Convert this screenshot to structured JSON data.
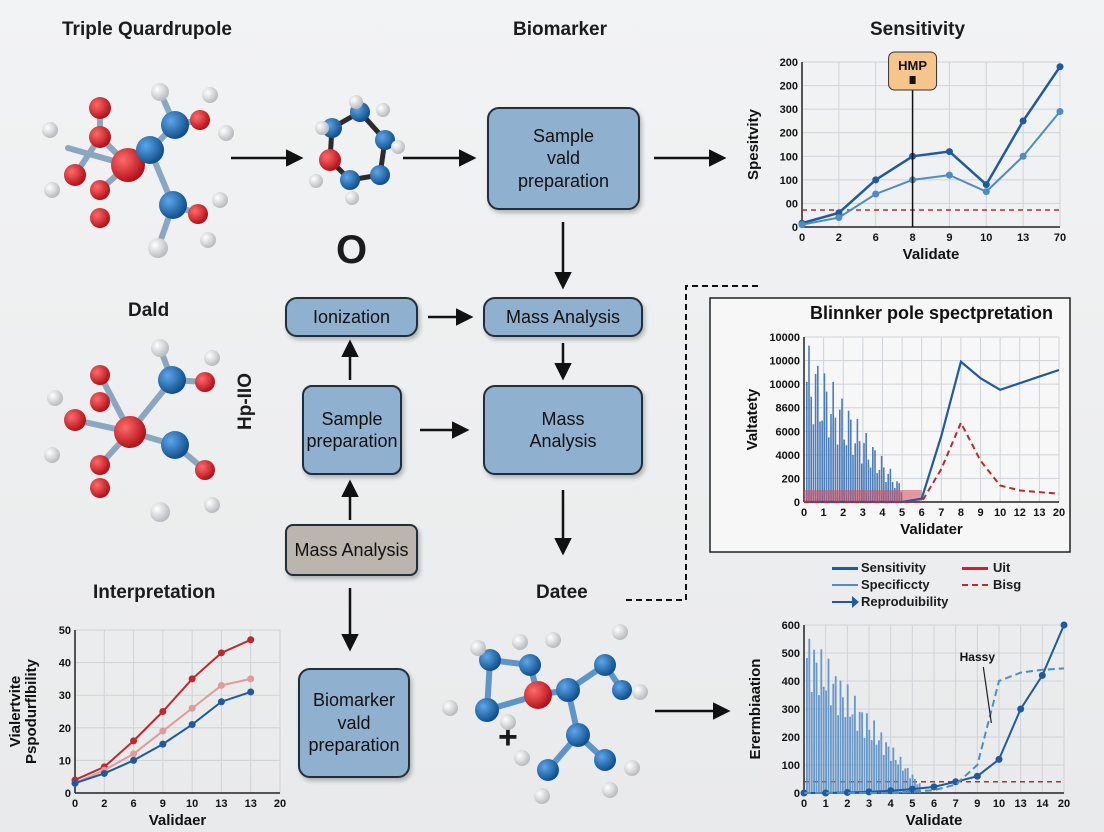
{
  "labels": {
    "triple_quad": "Triple Quardrupole",
    "biomarker": "Biomarker",
    "dald": "Dald",
    "o_symbol": "O",
    "side_label": "Hp-IIO",
    "interpretation": "Interpretation",
    "datee": "Datee",
    "plus": "+"
  },
  "boxes": {
    "sample_vald": "Sample\nvald\npreparation",
    "ionization": "Ionization",
    "mass_analysis_top": "Mass Analysis",
    "sample_prep": "Sample\npreparation",
    "mass_analysis_mid": "Mass\nAnalysis",
    "mass_analysis_gray": "Mass Analysis",
    "biomarker_vald": "Biomarker\nvald\npreparation"
  },
  "colors": {
    "box_fill": "#8fb0cf",
    "box_gray": "#bcb5ae",
    "series_blue": "#1f5a9c",
    "series_light": "#4f8cc4",
    "series_red": "#c0282d",
    "series_pink": "#e09a9a",
    "callout": "#f5c58c"
  },
  "chart_data": [
    {
      "type": "line",
      "title": "Sensitivity",
      "xlabel": "Validate",
      "ylabel": "Spesitvity",
      "x_ticks": [
        "0",
        "2",
        "6",
        "8",
        "9",
        "10",
        "13",
        "70"
      ],
      "y_ticks": [
        "200",
        "200",
        "300",
        "200",
        "100",
        "100",
        "00",
        "0"
      ],
      "annotation": "HMP",
      "series": [
        {
          "values": [
            8,
            30,
            100,
            150,
            160,
            90,
            225,
            340
          ]
        },
        {
          "values": [
            5,
            20,
            70,
            100,
            110,
            75,
            150,
            245
          ]
        }
      ],
      "threshold": 36,
      "ylim": [
        0,
        350
      ]
    },
    {
      "type": "line",
      "title": "Blinnker pole spectpretation",
      "xlabel": "Validater",
      "ylabel": "Valtatety",
      "x_ticks": [
        "0",
        "1",
        "2",
        "3",
        "4",
        "5",
        "6",
        "7",
        "8",
        "9",
        "10",
        "12",
        "13",
        "20"
      ],
      "y_ticks": [
        "10000",
        "10000",
        "10000",
        "8600",
        "6000",
        "4000",
        "200",
        "0"
      ],
      "legend": [
        {
          "label": "Sensitivity",
          "style": "solid-blue"
        },
        {
          "label": "Uit",
          "style": "solid-red"
        },
        {
          "label": "Specificcty",
          "style": "light-blue-marker"
        },
        {
          "label": "Bisg",
          "style": "dashed-red"
        },
        {
          "label": "Reproduibility",
          "style": "arrow-blue"
        }
      ],
      "series": [
        {
          "name": "Sensitivity",
          "values": [
            0,
            0,
            0,
            0,
            0,
            0,
            2,
            40,
            85,
            75,
            68,
            72,
            76,
            80
          ]
        },
        {
          "name": "Bisg",
          "values": [
            0,
            0,
            0,
            0,
            0,
            0,
            0,
            20,
            48,
            25,
            10,
            7,
            6,
            5
          ]
        }
      ],
      "ylim": [
        0,
        100
      ]
    },
    {
      "type": "line",
      "title": "",
      "xlabel": "Validaer",
      "ylabel": "Vialertvite Pspodurflbility",
      "x_ticks": [
        "0",
        "2",
        "6",
        "9",
        "10",
        "13",
        "13",
        "20"
      ],
      "y_ticks": [
        "0",
        "10",
        "20",
        "30",
        "40",
        "50"
      ],
      "series": [
        {
          "values": [
            4,
            8,
            16,
            25,
            35,
            43,
            47
          ]
        },
        {
          "values": [
            3,
            7,
            12,
            19,
            26,
            33,
            35
          ]
        },
        {
          "values": [
            3,
            6,
            10,
            15,
            21,
            28,
            31
          ]
        }
      ],
      "ylim": [
        0,
        50
      ]
    },
    {
      "type": "line",
      "title": "",
      "xlabel": "Validate",
      "ylabel": "Erermbiaation",
      "x_ticks": [
        "0",
        "1",
        "2",
        "3",
        "4",
        "5",
        "6",
        "7",
        "9",
        "10",
        "13",
        "14",
        "20"
      ],
      "y_ticks": [
        "0",
        "100",
        "200",
        "300",
        "400",
        "500",
        "600"
      ],
      "annotation": "Hassy",
      "series": [
        {
          "values": [
            0,
            0,
            2,
            4,
            8,
            14,
            22,
            40,
            60,
            120,
            300,
            420,
            600
          ]
        },
        {
          "values": [
            0,
            0,
            0,
            0,
            0,
            5,
            10,
            30,
            100,
            400,
            430,
            440,
            445
          ]
        }
      ],
      "threshold": 40,
      "ylim": [
        0,
        600
      ]
    }
  ]
}
